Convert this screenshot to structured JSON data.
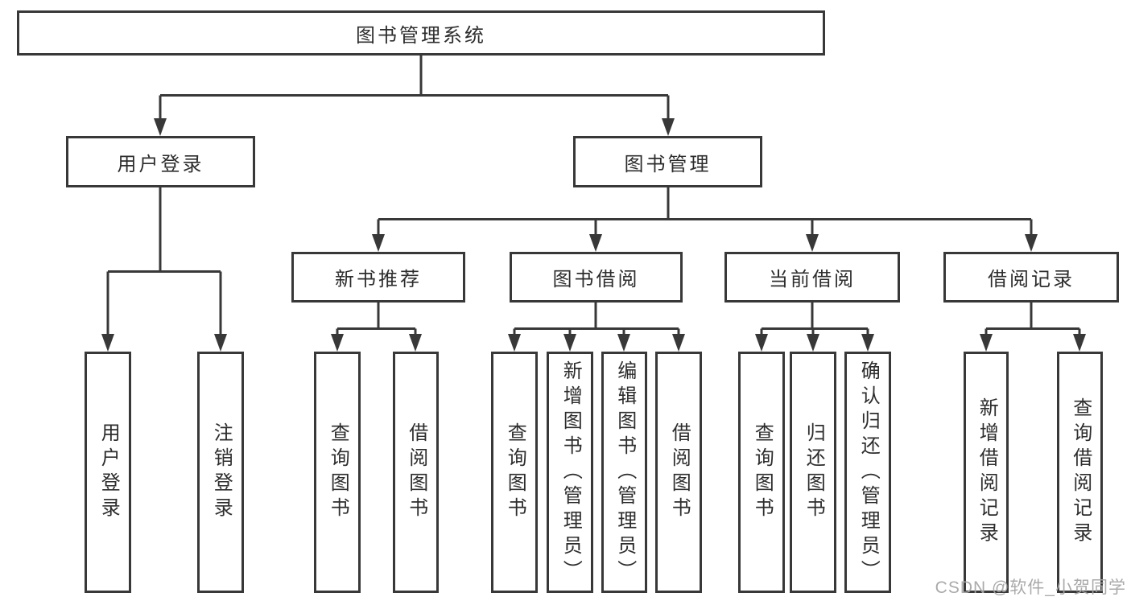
{
  "diagram_type": "hierarchy-tree",
  "tree": {
    "label": "图书管理系统",
    "children": [
      {
        "label": "用户登录",
        "children": [
          {
            "label": "用户登录"
          },
          {
            "label": "注销登录"
          }
        ]
      },
      {
        "label": "图书管理",
        "children": [
          {
            "label": "新书推荐",
            "children": [
              {
                "label": "查询图书"
              },
              {
                "label": "借阅图书"
              }
            ]
          },
          {
            "label": "图书借阅",
            "children": [
              {
                "label": "查询图书"
              },
              {
                "label": "新增图书（管理员）"
              },
              {
                "label": "编辑图书（管理员）"
              },
              {
                "label": "借阅图书"
              }
            ]
          },
          {
            "label": "当前借阅",
            "children": [
              {
                "label": "查询图书"
              },
              {
                "label": "归还图书"
              },
              {
                "label": "确认归还（管理员）"
              }
            ]
          },
          {
            "label": "借阅记录",
            "children": [
              {
                "label": "新增借阅记录"
              },
              {
                "label": "查询借阅记录"
              }
            ]
          }
        ]
      }
    ]
  },
  "watermark": {
    "text": "CSDN @软件_小贺同学"
  },
  "colors": {
    "line": "#383838",
    "box_border": "#383838",
    "text": "#2d2d2d",
    "watermark_text": "#a5a5a5",
    "background": "#ffffff"
  }
}
